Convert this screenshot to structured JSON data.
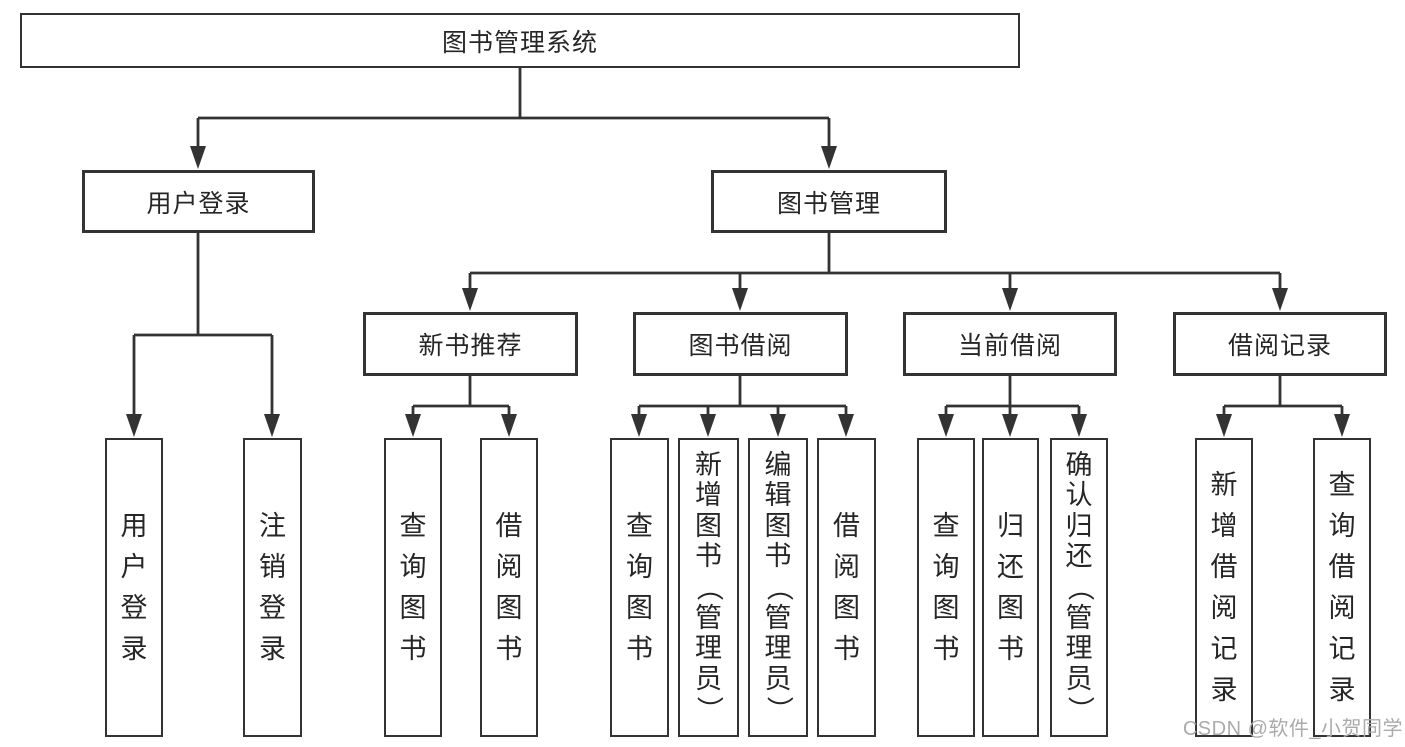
{
  "colors": {
    "line": "#333333",
    "text": "#262626",
    "box_background": "#ffffff",
    "watermark": "#ababab",
    "background": "#ffffff"
  },
  "watermark": {
    "text": "CSDN @软件_小贺同学"
  },
  "tree": {
    "root": {
      "label": "图书管理系统"
    },
    "branches": [
      {
        "label": "用户登录",
        "children": [
          {
            "label": "用户登录"
          },
          {
            "label": "注销登录"
          }
        ]
      },
      {
        "label": "图书管理",
        "children": [
          {
            "label": "新书推荐",
            "children": [
              {
                "label": "查询图书"
              },
              {
                "label": "借阅图书"
              }
            ]
          },
          {
            "label": "图书借阅",
            "children": [
              {
                "label": "查询图书"
              },
              {
                "label": "新增图书（管理员）"
              },
              {
                "label": "编辑图书（管理员）"
              },
              {
                "label": "借阅图书"
              }
            ]
          },
          {
            "label": "当前借阅",
            "children": [
              {
                "label": "查询图书"
              },
              {
                "label": "归还图书"
              },
              {
                "label": "确认归还（管理员）"
              }
            ]
          },
          {
            "label": "借阅记录",
            "children": [
              {
                "label": "新增借阅记录"
              },
              {
                "label": "查询借阅记录"
              }
            ]
          }
        ]
      }
    ]
  }
}
